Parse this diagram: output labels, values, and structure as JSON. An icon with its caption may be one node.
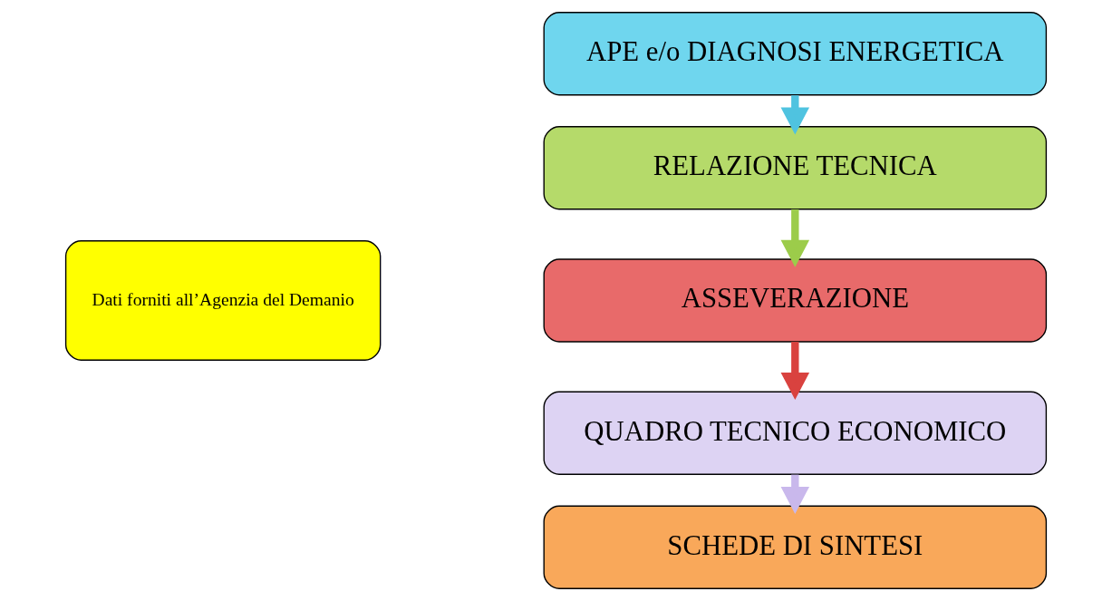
{
  "diagram": {
    "nodes": [
      {
        "text": [
          "Dati forniti all’Agenzia del Demanio"
        ]
      },
      {
        "text": [
          "APE e/o DIAGNOSI ENERGETICA"
        ]
      },
      {
        "text": [
          "RELAZIONE TECNICA"
        ]
      },
      {
        "text": [
          "ASSEVERAZIONE"
        ]
      },
      {
        "text": [
          "QUADRO TECNICO ECONOMICO"
        ]
      },
      {
        "text": [
          "SCHEDE DI SINTESI"
        ]
      }
    ],
    "edges": [
      {
        "from": 1,
        "to": 2,
        "arrow": "to",
        "color": "#4fc3e0"
      },
      {
        "from": 2,
        "to": 3,
        "arrow": "to",
        "color": "#9ccc4a"
      },
      {
        "from": 3,
        "to": 4,
        "arrow": "to",
        "color": "#d9423f"
      },
      {
        "from": 4,
        "to": 5,
        "arrow": "to",
        "color": "#c9b8ec"
      }
    ]
  }
}
